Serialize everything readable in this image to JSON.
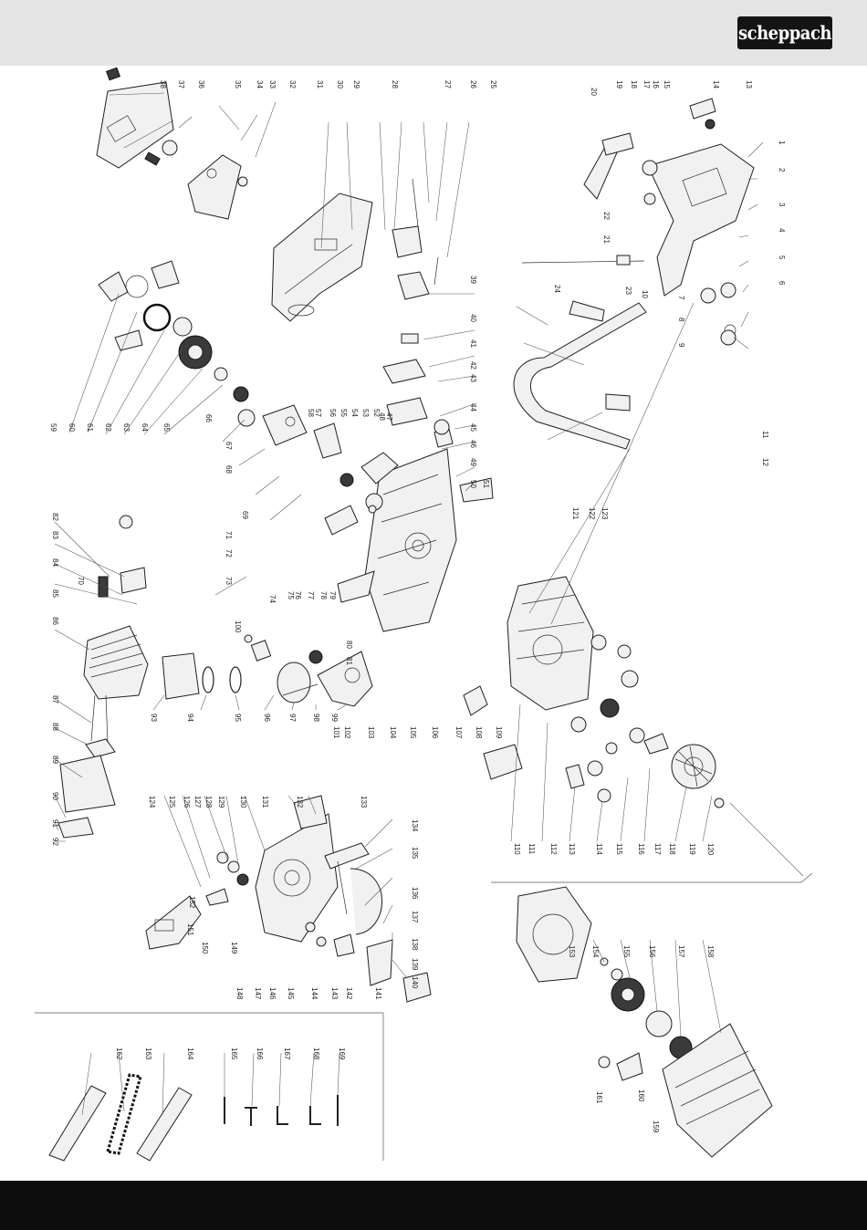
{
  "header": {
    "brand": "scheppach",
    "brand_color": "#141414",
    "band_color": "#e4e4e4"
  },
  "footer": {
    "color": "#0c0c0c"
  },
  "callout_numbers": [
    "1",
    "2",
    "3",
    "4",
    "5",
    "6",
    "7",
    "8",
    "9",
    "10",
    "11",
    "12",
    "13",
    "14",
    "15",
    "16",
    "17",
    "18",
    "19",
    "20",
    "21",
    "22",
    "23",
    "24",
    "25",
    "26",
    "27",
    "28",
    "29",
    "30",
    "31",
    "32",
    "33",
    "34",
    "35",
    "36",
    "37",
    "38",
    "39",
    "40",
    "41",
    "42",
    "43",
    "44",
    "45",
    "46",
    "47",
    "48",
    "49",
    "50",
    "51",
    "52",
    "53",
    "54",
    "55",
    "56",
    "57",
    "58",
    "59",
    "60",
    "61",
    "62",
    "63",
    "64",
    "65",
    "66",
    "67",
    "68",
    "69",
    "70",
    "71",
    "72",
    "73",
    "74",
    "75",
    "76",
    "77",
    "78",
    "79",
    "80",
    "81",
    "82",
    "83",
    "84",
    "85",
    "86",
    "87",
    "88",
    "89",
    "90",
    "91",
    "92",
    "93",
    "94",
    "95",
    "96",
    "97",
    "98",
    "99",
    "100",
    "101",
    "102",
    "103",
    "104",
    "105",
    "106",
    "107",
    "108",
    "109",
    "110",
    "111",
    "112",
    "113",
    "114",
    "115",
    "116",
    "117",
    "118",
    "119",
    "120",
    "121",
    "122",
    "123",
    "124",
    "125",
    "126",
    "127",
    "128",
    "129",
    "130",
    "131",
    "132",
    "133",
    "134",
    "135",
    "136",
    "137",
    "138",
    "139",
    "140",
    "141",
    "142",
    "143",
    "144",
    "145",
    "146",
    "147",
    "148",
    "149",
    "150",
    "151",
    "152",
    "153",
    "154",
    "155",
    "156",
    "157",
    "158",
    "159",
    "160",
    "161",
    "162",
    "163",
    "164",
    "165",
    "166",
    "167",
    "168",
    "169"
  ]
}
